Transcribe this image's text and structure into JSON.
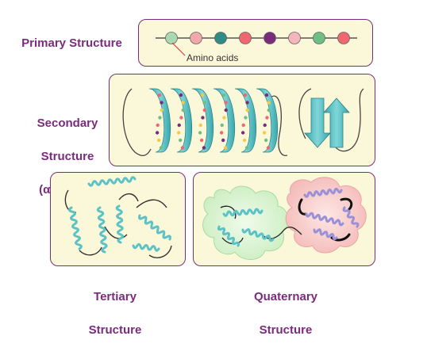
{
  "labels": {
    "primary": "Primary Structure",
    "secondary_line1": "Secondary",
    "secondary_line2": "Structure",
    "secondary_line3": "(α – Helix)",
    "tertiary_line1": "Tertiary",
    "tertiary_line2": "Structure",
    "quaternary_line1": "Quaternary",
    "quaternary_line2": "Structure"
  },
  "annotations": {
    "amino_acids": "Amino acids"
  },
  "amino_acid_bead_colors": [
    "#a9d9b0",
    "#f2a7ad",
    "#2f8b86",
    "#ef6870",
    "#7a2c7c",
    "#f5b6bd",
    "#6fbf85",
    "#ef6870"
  ],
  "colors": {
    "accent_text": "#7a2c7c",
    "panel_fill": "#fbf8d9",
    "helix": "#5cc2c6",
    "subunit_green": "#d8f3d2",
    "subunit_pink": "#f6c9c7",
    "subunit_chain": "#9a90d8"
  }
}
